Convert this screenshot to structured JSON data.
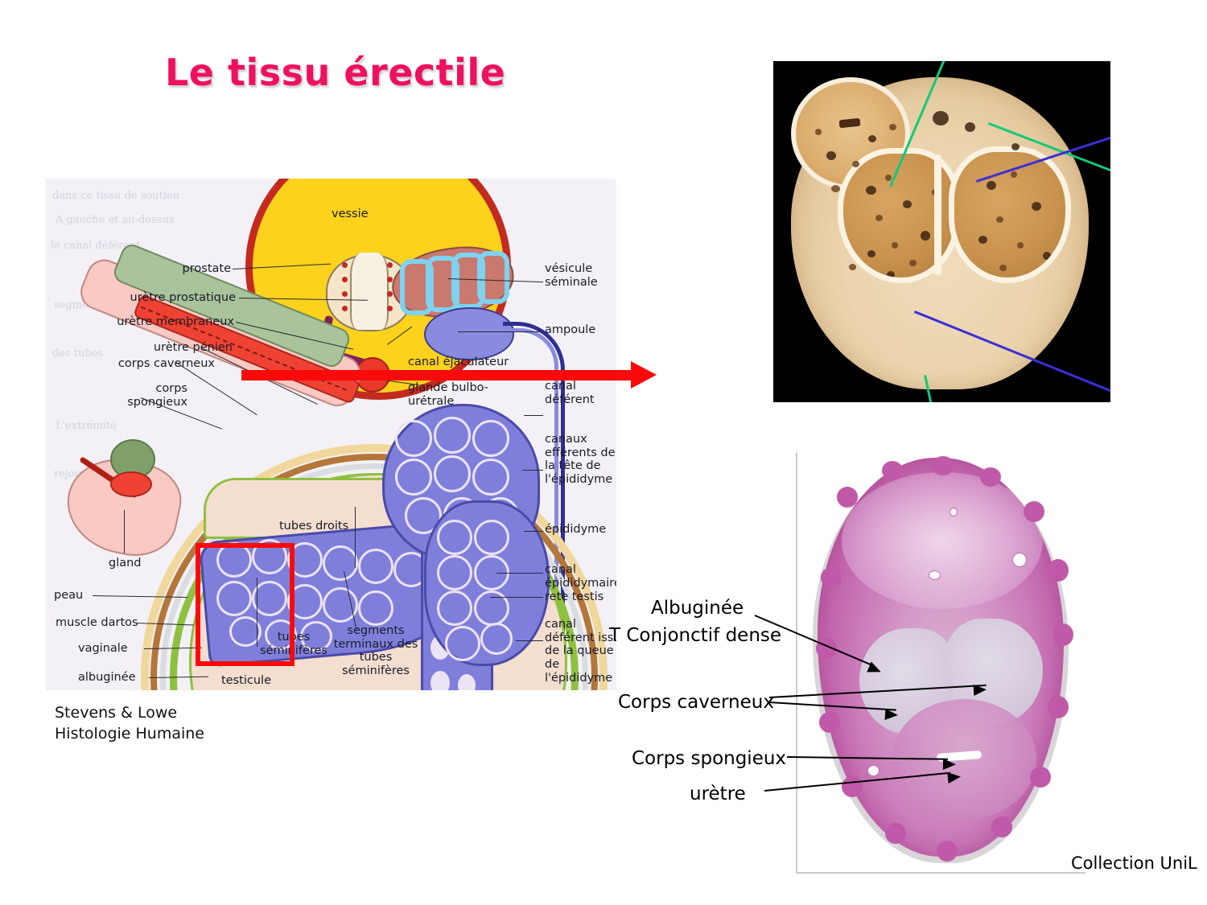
{
  "slide": {
    "title": "Le tissu érectile",
    "title_color": "#ef1060",
    "background": "#ffffff"
  },
  "diagram": {
    "source_credit": "Stevens & Lowe\nHistologie Humaine",
    "bladder_label": "vessie",
    "labels_left": [
      "prostate",
      "urètre prostatique",
      "urètre membraneux",
      "urètre pénien",
      "corps caverneux",
      "corps\nspongieux",
      "gland",
      "peau",
      "muscle dartos",
      "vaginale",
      "albuginée"
    ],
    "labels_right": [
      "vésicule\nséminale",
      "ampoule",
      "canal éjaculateur",
      "glande bulbo-\nurétrale",
      "canal\ndéférent",
      "canaux\nefférents de\nla tête de\nl'épididyme",
      "épididyme",
      "canal\népididymaire",
      "rete testis",
      "canal\ndéférent issu\nde la queue\nde\nl'épididyme"
    ],
    "labels_inner": [
      "tubes droits",
      "tubes\nséminifères",
      "segments\nterminaux des\ntubes\nséminifères",
      "testicule"
    ],
    "highlight_color": "#fa0a0a"
  },
  "gross_photo": {
    "background": "#000000",
    "pointer_colors": {
      "green": "#14c878",
      "blue": "#3a2fd8"
    }
  },
  "histology": {
    "collection_credit": "Collection UniL",
    "annotations": [
      {
        "text": "Albuginée\nT Conjonctif dense"
      },
      {
        "text": "Corps caverneux"
      },
      {
        "text": "Corps spongieux"
      },
      {
        "text": "urètre"
      }
    ],
    "annotation_albuginee_line1": "Albuginée",
    "annotation_albuginee_line2": "T Conjonctif dense",
    "annotation_caverneux": "Corps caverneux",
    "annotation_spongieux": "Corps spongieux",
    "annotation_uretre": "urètre"
  }
}
